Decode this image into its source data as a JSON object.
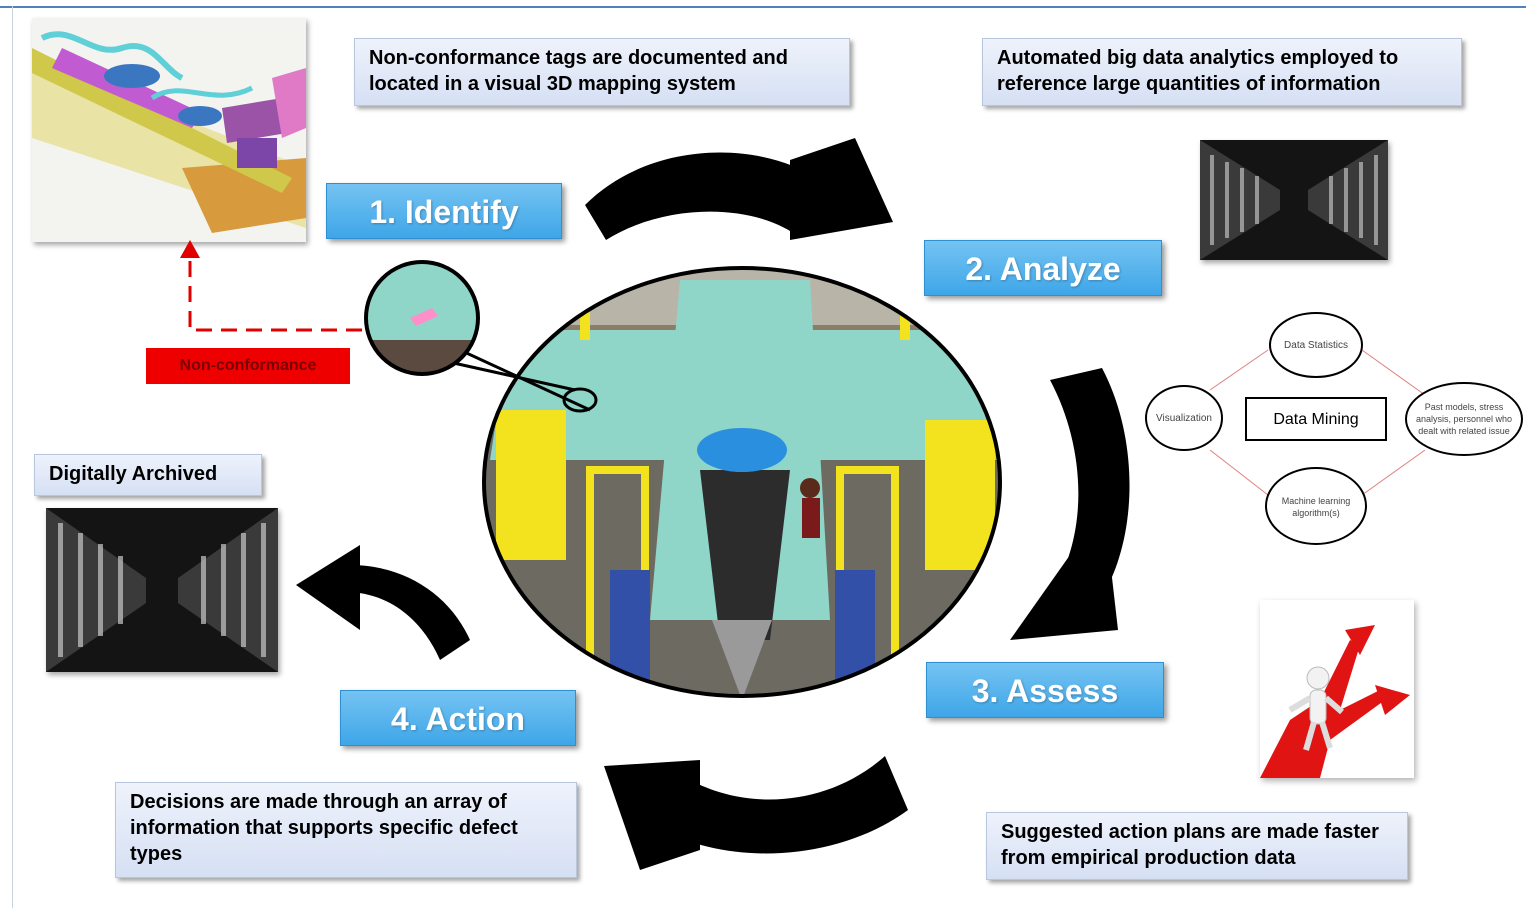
{
  "boxes": {
    "identify_desc": "Non-conformance tags are documented and located in a visual 3D mapping system",
    "analyze_desc": "Automated big data analytics employed  to reference large quantities of information",
    "archived": "Digitally Archived",
    "action_desc": "Decisions are made through an array of information that supports specific defect types",
    "assess_desc": "Suggested action plans are made faster from empirical production data"
  },
  "steps": {
    "identify": "1. Identify",
    "analyze": "2. Analyze",
    "assess": "3. Assess",
    "action": "4. Action"
  },
  "nonconformance_label": "Non-conformance",
  "mining_diagram": {
    "center": "Data Mining",
    "top": "Data Statistics",
    "left": "Visualization",
    "right_lines": [
      "Past models, stress",
      "analysis, personnel who",
      "dealt with related issue"
    ],
    "bottom_lines": [
      "Machine learning",
      "algorithm(s)"
    ]
  },
  "colors": {
    "step_blue": "#3fa6e8",
    "box_fill": "#dfe6f6",
    "alert_red": "#ee0000",
    "arrow_black": "#000000",
    "aircraft_green": "#8fd6c8"
  },
  "icons": [
    "3d-cad-model-image",
    "server-racks-image",
    "aircraft-assembly-photo",
    "person-red-arrows-image",
    "magnifier-circle-icon"
  ]
}
